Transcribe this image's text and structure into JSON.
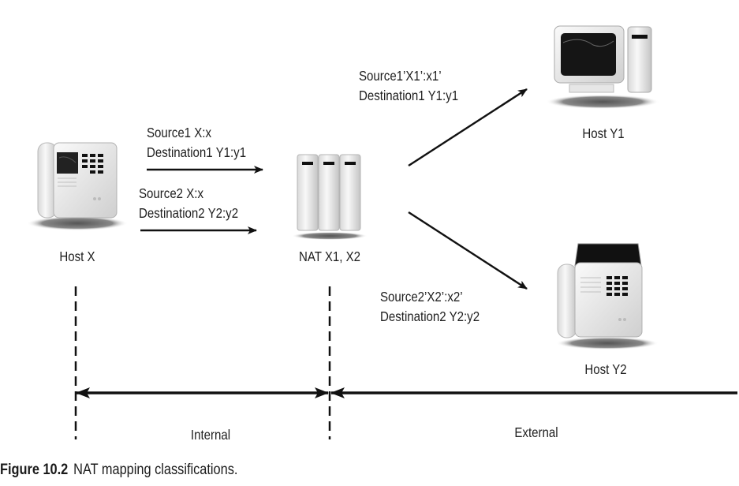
{
  "nodes": {
    "host_x": {
      "label": "Host X",
      "icon": "phone-icon"
    },
    "nat": {
      "label": "NAT X1, X2",
      "icon": "server-icon"
    },
    "host_y1": {
      "label": "Host Y1",
      "icon": "computer-icon"
    },
    "host_y2": {
      "label": "Host Y2",
      "icon": "fax-phone-icon"
    }
  },
  "flows": {
    "internal_1": {
      "source": "Source1 X:x",
      "destination": "Destination1 Y1:y1"
    },
    "internal_2": {
      "source": "Source2 X:x",
      "destination": "Destination2 Y2:y2"
    },
    "external_1": {
      "source": "Source1’X1’:x1’",
      "destination": "Destination1 Y1:y1"
    },
    "external_2": {
      "source": "Source2’X2’:x2’",
      "destination": "Destination2 Y2:y2"
    }
  },
  "zones": {
    "internal": "Internal",
    "external": "External"
  },
  "caption": {
    "number": "Figure 10.2",
    "text": "NAT mapping classifications."
  }
}
